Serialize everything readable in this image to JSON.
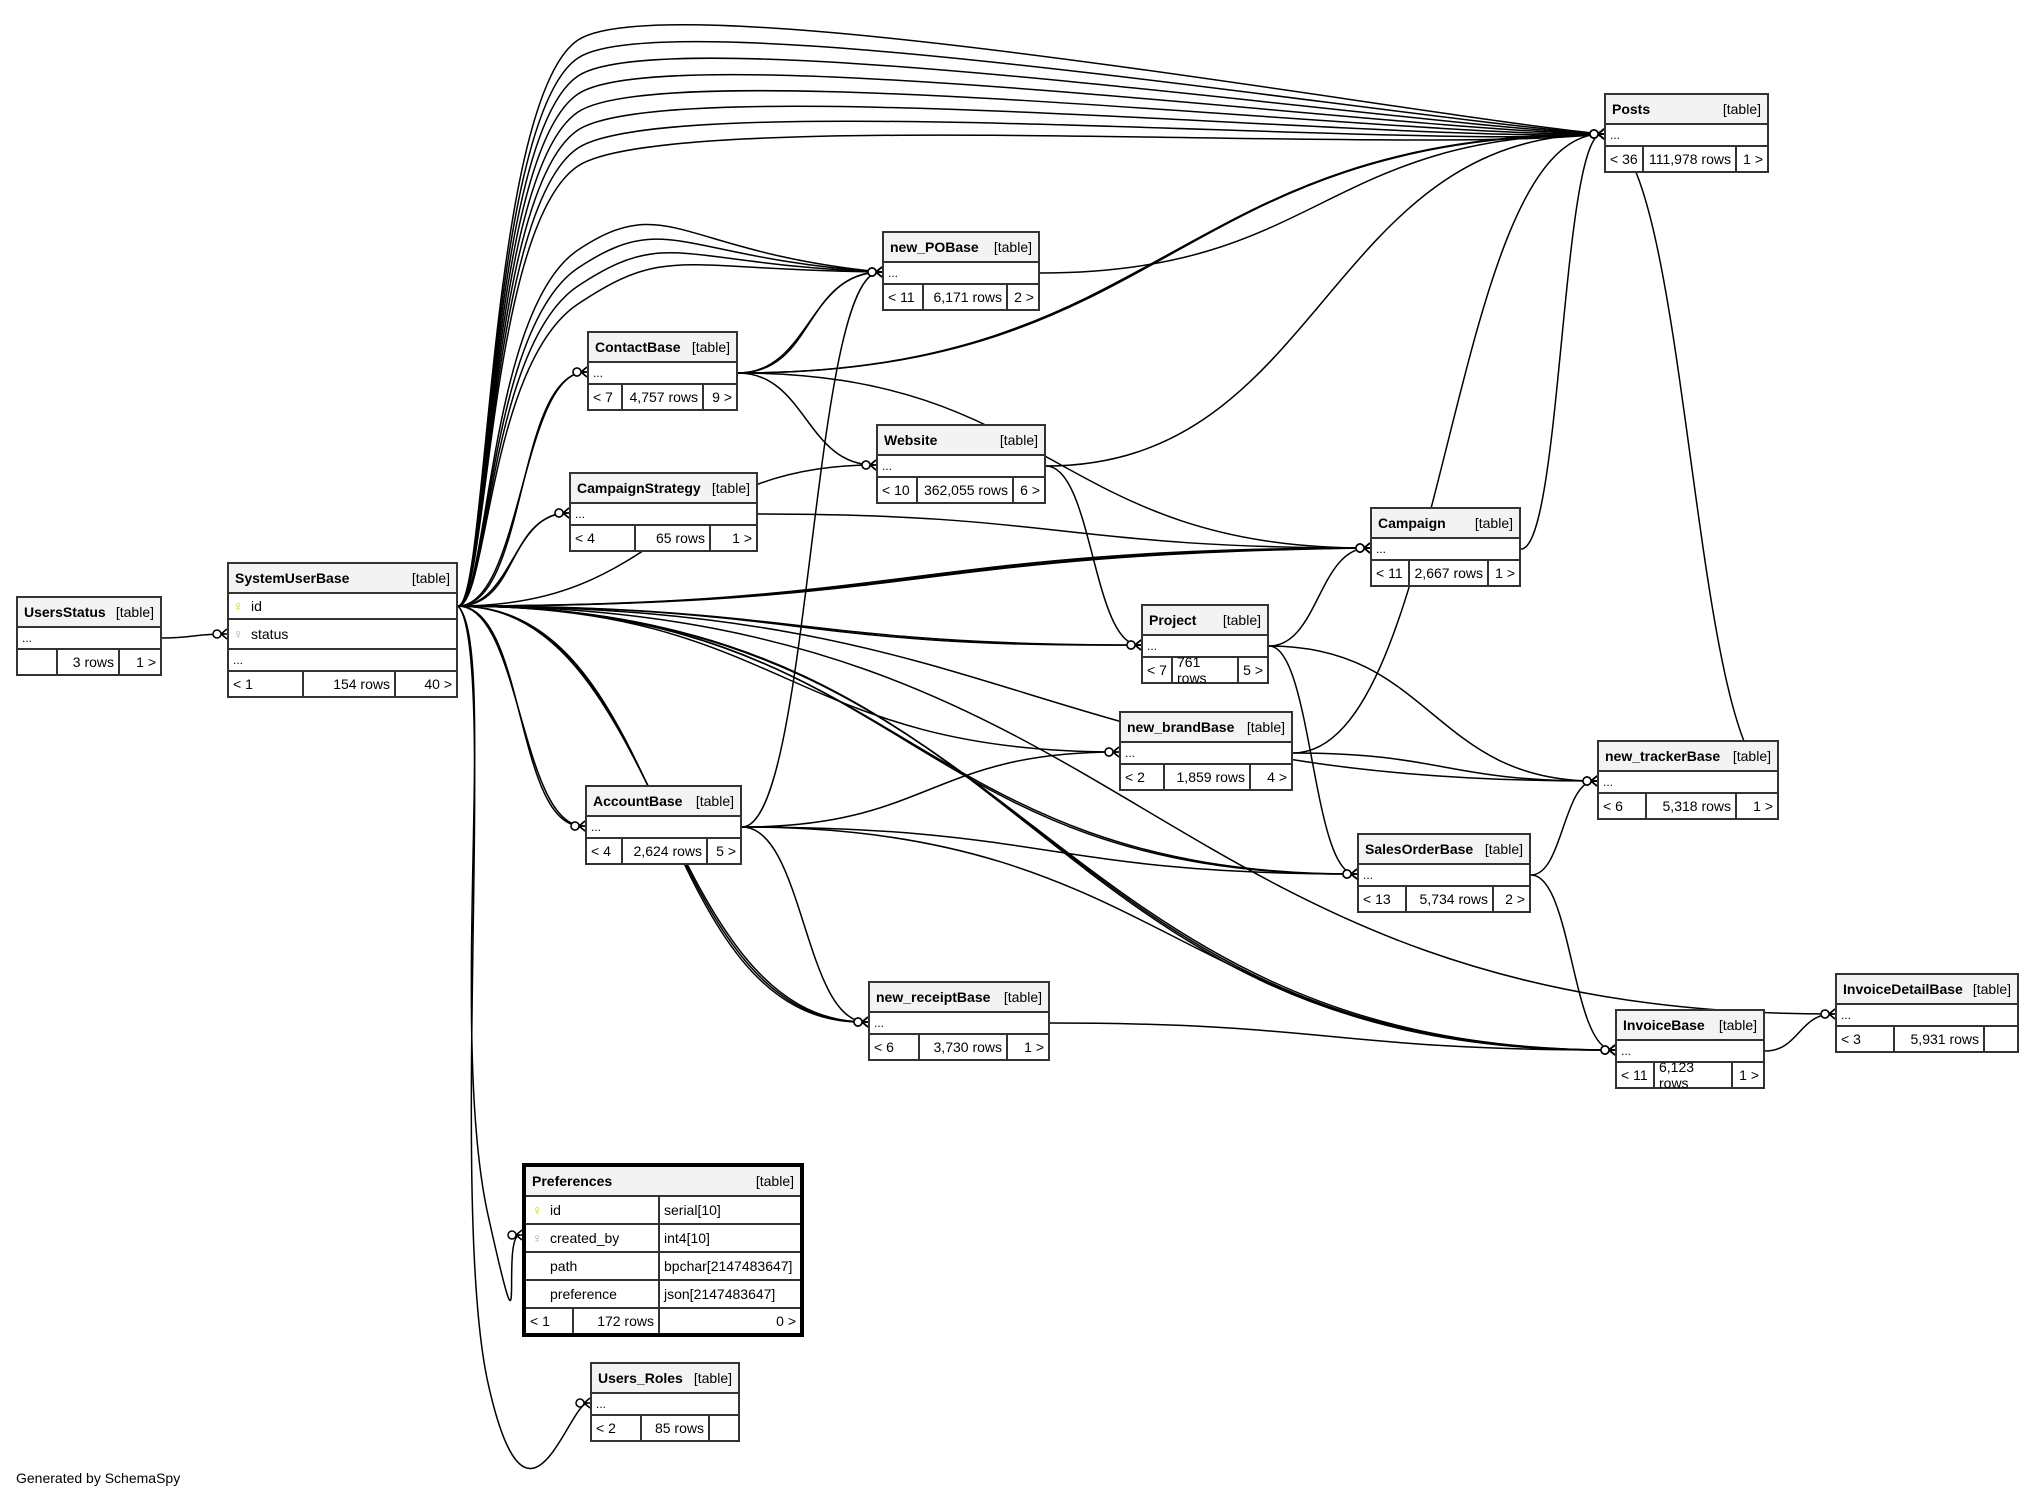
{
  "footer": "Generated by SchemaSpy",
  "type_label": "[table]",
  "ellipsis": "...",
  "tables": {
    "UsersStatus": {
      "name": "UsersStatus",
      "parents": "",
      "rows": "3 rows",
      "children": "1 >"
    },
    "SystemUserBase": {
      "name": "SystemUserBase",
      "parents": "< 1",
      "rows": "154 rows",
      "children": "40 >",
      "columns": [
        {
          "name": "id",
          "key": "primary-key"
        },
        {
          "name": "status",
          "key": "foreign-key"
        }
      ]
    },
    "Posts": {
      "name": "Posts",
      "parents": "< 36",
      "rows": "111,978 rows",
      "children": "1 >"
    },
    "new_POBase": {
      "name": "new_POBase",
      "parents": "< 11",
      "rows": "6,171 rows",
      "children": "2 >"
    },
    "ContactBase": {
      "name": "ContactBase",
      "parents": "< 7",
      "rows": "4,757 rows",
      "children": "9 >"
    },
    "Website": {
      "name": "Website",
      "parents": "< 10",
      "rows": "362,055 rows",
      "children": "6 >"
    },
    "CampaignStrategy": {
      "name": "CampaignStrategy",
      "parents": "< 4",
      "rows": "65 rows",
      "children": "1 >"
    },
    "Campaign": {
      "name": "Campaign",
      "parents": "< 11",
      "rows": "2,667 rows",
      "children": "1 >"
    },
    "Project": {
      "name": "Project",
      "parents": "< 7",
      "rows": "761 rows",
      "children": "5 >"
    },
    "new_brandBase": {
      "name": "new_brandBase",
      "parents": "< 2",
      "rows": "1,859 rows",
      "children": "4 >"
    },
    "new_trackerBase": {
      "name": "new_trackerBase",
      "parents": "< 6",
      "rows": "5,318 rows",
      "children": "1 >"
    },
    "AccountBase": {
      "name": "AccountBase",
      "parents": "< 4",
      "rows": "2,624 rows",
      "children": "5 >"
    },
    "SalesOrderBase": {
      "name": "SalesOrderBase",
      "parents": "< 13",
      "rows": "5,734 rows",
      "children": "2 >"
    },
    "new_receiptBase": {
      "name": "new_receiptBase",
      "parents": "< 6",
      "rows": "3,730 rows",
      "children": "1 >"
    },
    "InvoiceBase": {
      "name": "InvoiceBase",
      "parents": "< 11",
      "rows": "6,123 rows",
      "children": "1 >"
    },
    "InvoiceDetailBase": {
      "name": "InvoiceDetailBase",
      "parents": "< 3",
      "rows": "5,931 rows",
      "children": ""
    },
    "Preferences": {
      "name": "Preferences",
      "parents": "< 1",
      "rows": "172 rows",
      "children": "0 >",
      "columns": [
        {
          "name": "id",
          "type": "serial[10]",
          "key": "primary-key"
        },
        {
          "name": "created_by",
          "type": "int4[10]",
          "key": "foreign-key"
        },
        {
          "name": "path",
          "type": "bpchar[2147483647]",
          "key": ""
        },
        {
          "name": "preference",
          "type": "json[2147483647]",
          "key": ""
        }
      ]
    },
    "Users_Roles": {
      "name": "Users_Roles",
      "parents": "< 2",
      "rows": "85 rows",
      "children": ""
    }
  },
  "relationships": [
    [
      "UsersStatus",
      "SystemUserBase"
    ],
    [
      "SystemUserBase",
      "Posts"
    ],
    [
      "SystemUserBase",
      "Posts"
    ],
    [
      "SystemUserBase",
      "Posts"
    ],
    [
      "SystemUserBase",
      "Posts"
    ],
    [
      "SystemUserBase",
      "Posts"
    ],
    [
      "SystemUserBase",
      "Posts"
    ],
    [
      "SystemUserBase",
      "Posts"
    ],
    [
      "SystemUserBase",
      "Posts"
    ],
    [
      "SystemUserBase",
      "new_POBase"
    ],
    [
      "SystemUserBase",
      "new_POBase"
    ],
    [
      "SystemUserBase",
      "new_POBase"
    ],
    [
      "SystemUserBase",
      "new_POBase"
    ],
    [
      "SystemUserBase",
      "ContactBase"
    ],
    [
      "SystemUserBase",
      "ContactBase"
    ],
    [
      "SystemUserBase",
      "Website"
    ],
    [
      "SystemUserBase",
      "CampaignStrategy"
    ],
    [
      "SystemUserBase",
      "CampaignStrategy"
    ],
    [
      "SystemUserBase",
      "Campaign"
    ],
    [
      "SystemUserBase",
      "Campaign"
    ],
    [
      "SystemUserBase",
      "Campaign"
    ],
    [
      "SystemUserBase",
      "Project"
    ],
    [
      "SystemUserBase",
      "Project"
    ],
    [
      "SystemUserBase",
      "new_brandBase"
    ],
    [
      "SystemUserBase",
      "new_trackerBase"
    ],
    [
      "SystemUserBase",
      "AccountBase"
    ],
    [
      "SystemUserBase",
      "AccountBase"
    ],
    [
      "SystemUserBase",
      "SalesOrderBase"
    ],
    [
      "SystemUserBase",
      "SalesOrderBase"
    ],
    [
      "SystemUserBase",
      "new_receiptBase"
    ],
    [
      "SystemUserBase",
      "new_receiptBase"
    ],
    [
      "SystemUserBase",
      "new_receiptBase"
    ],
    [
      "SystemUserBase",
      "InvoiceBase"
    ],
    [
      "SystemUserBase",
      "InvoiceBase"
    ],
    [
      "SystemUserBase",
      "InvoiceBase"
    ],
    [
      "SystemUserBase",
      "InvoiceDetailBase"
    ],
    [
      "SystemUserBase",
      "Preferences"
    ],
    [
      "SystemUserBase",
      "Users_Roles"
    ],
    [
      "ContactBase",
      "new_POBase"
    ],
    [
      "ContactBase",
      "new_POBase"
    ],
    [
      "ContactBase",
      "Website"
    ],
    [
      "ContactBase",
      "Posts"
    ],
    [
      "ContactBase",
      "Posts"
    ],
    [
      "ContactBase",
      "Campaign"
    ],
    [
      "new_POBase",
      "Posts"
    ],
    [
      "Website",
      "Posts"
    ],
    [
      "Website",
      "Project"
    ],
    [
      "CampaignStrategy",
      "Campaign"
    ],
    [
      "Campaign",
      "Posts"
    ],
    [
      "Project",
      "Campaign"
    ],
    [
      "Project",
      "new_trackerBase"
    ],
    [
      "Project",
      "SalesOrderBase"
    ],
    [
      "new_brandBase",
      "Posts"
    ],
    [
      "new_brandBase",
      "new_trackerBase"
    ],
    [
      "AccountBase",
      "new_POBase"
    ],
    [
      "AccountBase",
      "new_brandBase"
    ],
    [
      "AccountBase",
      "SalesOrderBase"
    ],
    [
      "AccountBase",
      "new_receiptBase"
    ],
    [
      "AccountBase",
      "InvoiceBase"
    ],
    [
      "SalesOrderBase",
      "new_trackerBase"
    ],
    [
      "SalesOrderBase",
      "InvoiceBase"
    ],
    [
      "new_receiptBase",
      "InvoiceBase"
    ],
    [
      "InvoiceBase",
      "InvoiceDetailBase"
    ],
    [
      "new_trackerBase",
      "Posts"
    ]
  ]
}
